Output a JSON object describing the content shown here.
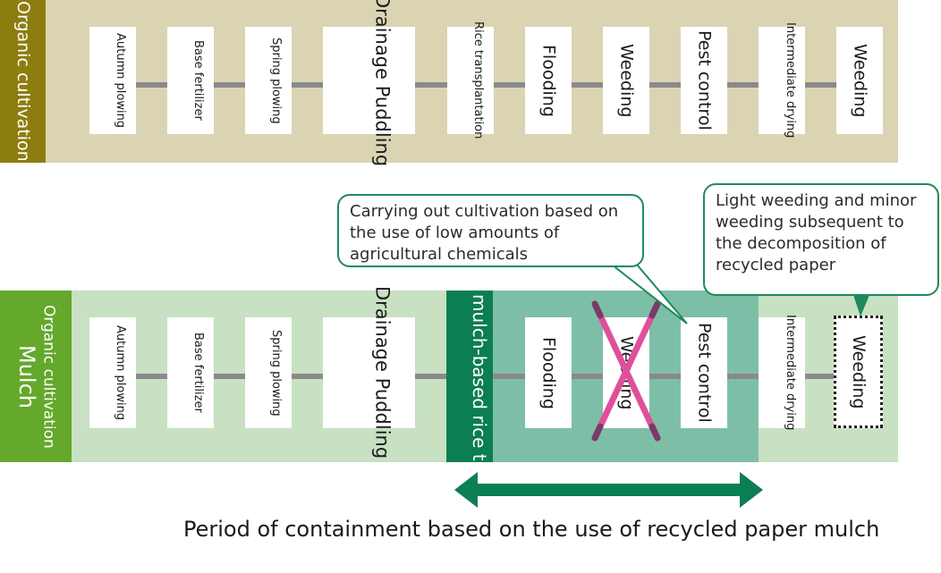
{
  "row1": {
    "side_label": "Organic cultivation",
    "steps": [
      {
        "label": "Autumn plowing"
      },
      {
        "label": "Base fertilizer"
      },
      {
        "label": "Spring plowing"
      },
      {
        "label": "Drainage Puddling"
      },
      {
        "label": "Rice transplantation"
      },
      {
        "label": "Flooding"
      },
      {
        "label": "Weeding"
      },
      {
        "label": "Pest control"
      },
      {
        "label": "Intermediate drying"
      },
      {
        "label": "Weeding"
      }
    ]
  },
  "row2": {
    "side_label_main": "Mulch",
    "side_label_sub": "Organic cultivation",
    "steps": [
      {
        "label": "Autumn plowing"
      },
      {
        "label": "Base fertilizer"
      },
      {
        "label": "Spring plowing"
      },
      {
        "label": "Drainage Puddling"
      },
      {
        "label": "mulch-based rice transplanters"
      },
      {
        "label": "Flooding"
      },
      {
        "label": "Weeding"
      },
      {
        "label": "Pest control"
      },
      {
        "label": "Intermediate drying"
      },
      {
        "label": "Weeding"
      }
    ]
  },
  "callouts": {
    "low_chemicals": "Carrying out cultivation based on the use of low amounts of agricultural chemicals",
    "light_weeding": "Light weeding and minor weeding subsequent to the decomposition of recycled paper"
  },
  "caption": "Period of containment based on the use of recycled paper mulch",
  "colors": {
    "row1_bg": "#dbd4b3",
    "row1_label_bg": "#8c7d0f",
    "row2_bg": "#c7e1c2",
    "row2_label_bg": "#64a82c",
    "containment_bg": "#7dbfa6",
    "transplanter_bg": "#0c7e53",
    "arrow": "#0c7e53",
    "cross_pink": "#e0509a",
    "cross_dark": "#7a3a6a"
  }
}
